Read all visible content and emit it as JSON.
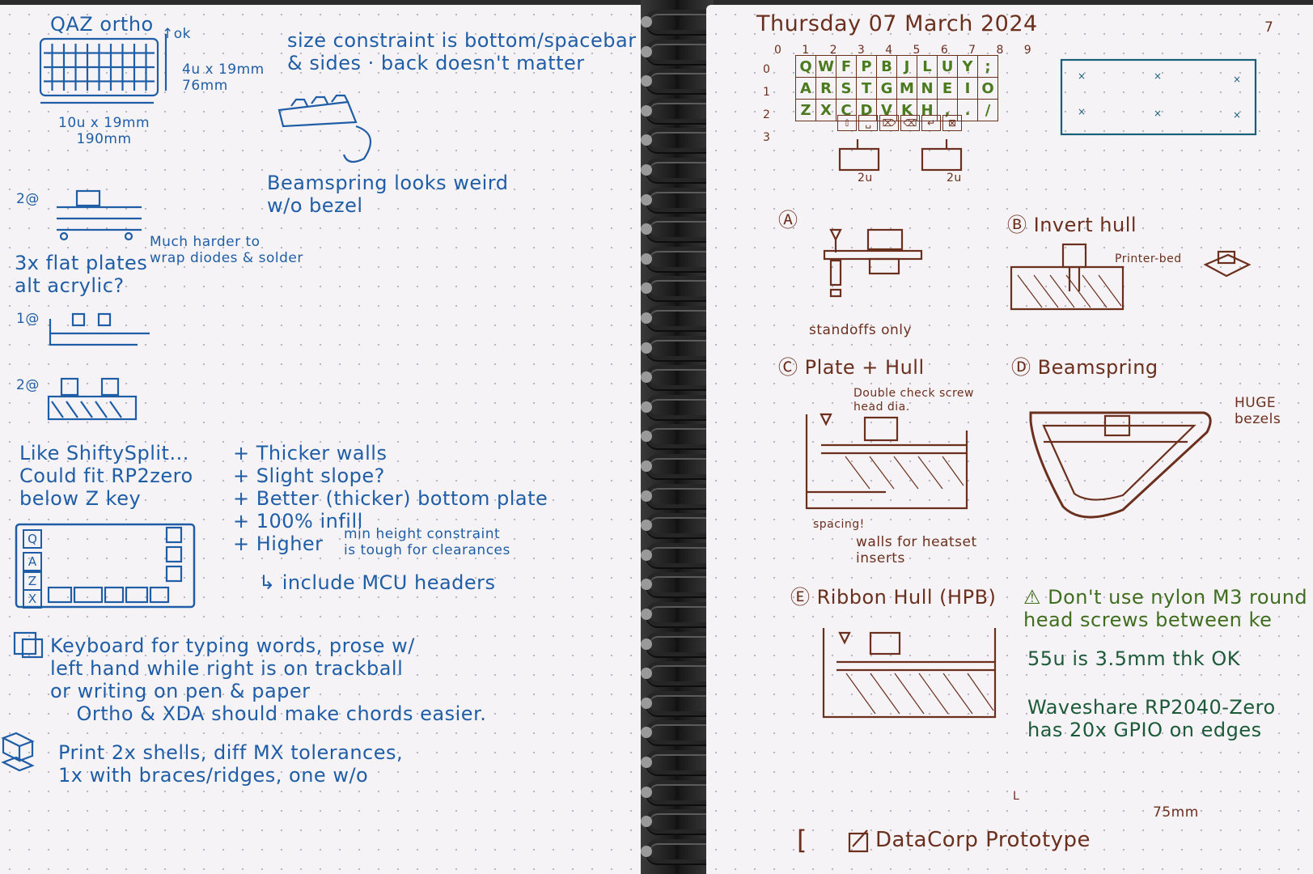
{
  "left_page": {
    "qaz_title": "QAZ ortho",
    "qaz_ok": "↑ok",
    "qaz_height": "4u x 19mm\n76mm",
    "qaz_width": "10u x 19mm\n190mm",
    "size_note": "size constraint is bottom/spacebar\n& sides · back doesn't matter",
    "beamspring_note": "Beamspring looks weird\nw/o bezel",
    "option_two_mark": "2@",
    "harder_note": "Much harder to\nwrap diodes & solder",
    "flat_plates": "3x flat plates\nalt acrylic?",
    "option_one_mark": "1@",
    "option_two_b_mark": "2@",
    "shifty_note": "Like ShiftySplit...\nCould fit RP2zero\nbelow Z key",
    "improvements": "+ Thicker walls\n+ Slight slope?\n+ Better (thicker) bottom plate\n+ 100% infill\n+ Higher",
    "height_note": "min height constraint\nis tough for clearances",
    "mcu_note": "↳ include MCU headers",
    "keyboard_note": "Keyboard for typing words, prose w/\nleft hand while right is on trackball\nor writing on pen & paper\n    Ortho & XDA should make chords easier.",
    "print_note": "Print 2x shells, diff MX tolerances,\n1x with braces/ridges, one w/o",
    "layout_keys": [
      "Q",
      "A",
      "Z",
      "X"
    ]
  },
  "right_page": {
    "date_title": "Thursday 07 March 2024",
    "page_number": "7",
    "column_numbers": "0  1  2  3  4  5  6  7  8  9",
    "row_numbers": [
      "0",
      "1",
      "2",
      "3"
    ],
    "keyboard_rows": [
      [
        "Q",
        "W",
        "F",
        "P",
        "B",
        "J",
        "L",
        "U",
        "Y",
        ";"
      ],
      [
        "A",
        "R",
        "S",
        "T",
        "G",
        "M",
        "N",
        "E",
        "I",
        "O"
      ],
      [
        "Z",
        "X",
        "C",
        "D",
        "V",
        "K",
        "H",
        ",",
        ".",
        "/"
      ]
    ],
    "bottom_row_keys": [
      "⇧",
      "␣",
      "⌦",
      "⌫",
      "↵",
      "⊠"
    ],
    "space_key_label": "2u",
    "enter_key_label": "2u",
    "option_a": "Ⓐ",
    "standoffs_label": "standoffs only",
    "option_b": "Ⓑ Invert hull",
    "printer_bed": "Printer-bed",
    "option_c": "Ⓒ Plate + Hull",
    "double_check": "Double check screw\nhead dia.",
    "spacing_label": "spacing!",
    "walls_label": "walls for heatset\ninserts",
    "option_d": "Ⓓ Beamspring",
    "huge_bezels": "HUGE\nbezels",
    "option_e": "Ⓔ Ribbon Hull (HPB)",
    "nylon_note": "⚠ Don't use nylon M3 round\nhead screws between ke",
    "check_55u": "55u is 3.5mm thk OK",
    "waveshare_note": "Waveshare RP2040-Zero\nhas 20x GPIO on edges",
    "measure_75": "75mm",
    "prototype_label": "DataCorp Prototype",
    "checkbox_empty": "[",
    "corner_mark": "L"
  },
  "colors": {
    "blue_ink": "#1f5ea6",
    "brown_ink": "#6b2f1e",
    "green_ink": "#3f6e1f",
    "paper": "#f6f3f6",
    "spiral": "#1e1e1e"
  }
}
